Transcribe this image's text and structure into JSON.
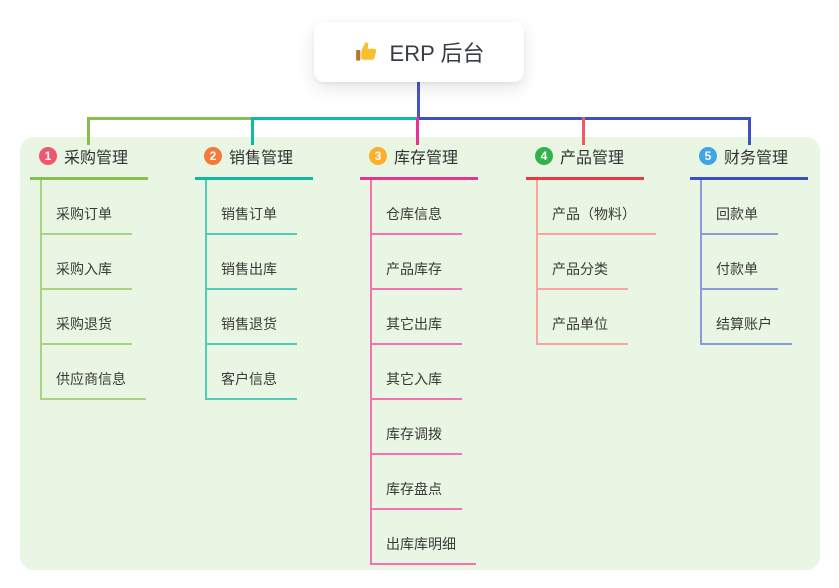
{
  "root": {
    "label": "ERP 后台",
    "icon": "thumbs-up"
  },
  "branches": [
    {
      "id": "procurement",
      "number": "1",
      "label": "采购管理",
      "accent_color": "#88BE4E",
      "light_line_color": "#A7D383",
      "badge_color": "#F2556E",
      "children": [
        "采购订单",
        "采购入库",
        "采购退货",
        "供应商信息"
      ]
    },
    {
      "id": "sales",
      "number": "2",
      "label": "销售管理",
      "accent_color": "#10B9A3",
      "light_line_color": "#52CBB8",
      "badge_color": "#F57A3A",
      "children": [
        "销售订单",
        "销售出库",
        "销售退货",
        "客户信息"
      ]
    },
    {
      "id": "inventory",
      "number": "3",
      "label": "库存管理",
      "accent_color": "#E8348F",
      "light_line_color": "#F472B4",
      "badge_color": "#FCAE2C",
      "children": [
        "仓库信息",
        "产品库存",
        "其它出库",
        "其它入库",
        "库存调拨",
        "库存盘点",
        "出库库明细"
      ]
    },
    {
      "id": "product",
      "number": "4",
      "label": "产品管理",
      "accent_color": "#F4353D",
      "light_line_color": "#F9A49E",
      "badge_color": "#2FB34A",
      "children": [
        "产品（物料）",
        "产品分类",
        "产品单位"
      ]
    },
    {
      "id": "finance",
      "number": "5",
      "label": "财务管理",
      "accent_color": "#3A4FC5",
      "light_line_color": "#8B9BD8",
      "badge_color": "#41A4E6",
      "children": [
        "回款单",
        "付款单",
        "结算账户"
      ]
    }
  ],
  "connectors": {
    "root_stem": "#4455CB",
    "segment_left": "#88BE4E",
    "segment_mid": "#10B9A3",
    "segment_right": "#3E51C4",
    "drop_1": "#88BE4E",
    "drop_2": "#10B9A3",
    "drop_3": "#E8348F",
    "drop_4": "#F4566A",
    "drop_5": "#3E51C4"
  },
  "panel_color": "#E9F6E3"
}
